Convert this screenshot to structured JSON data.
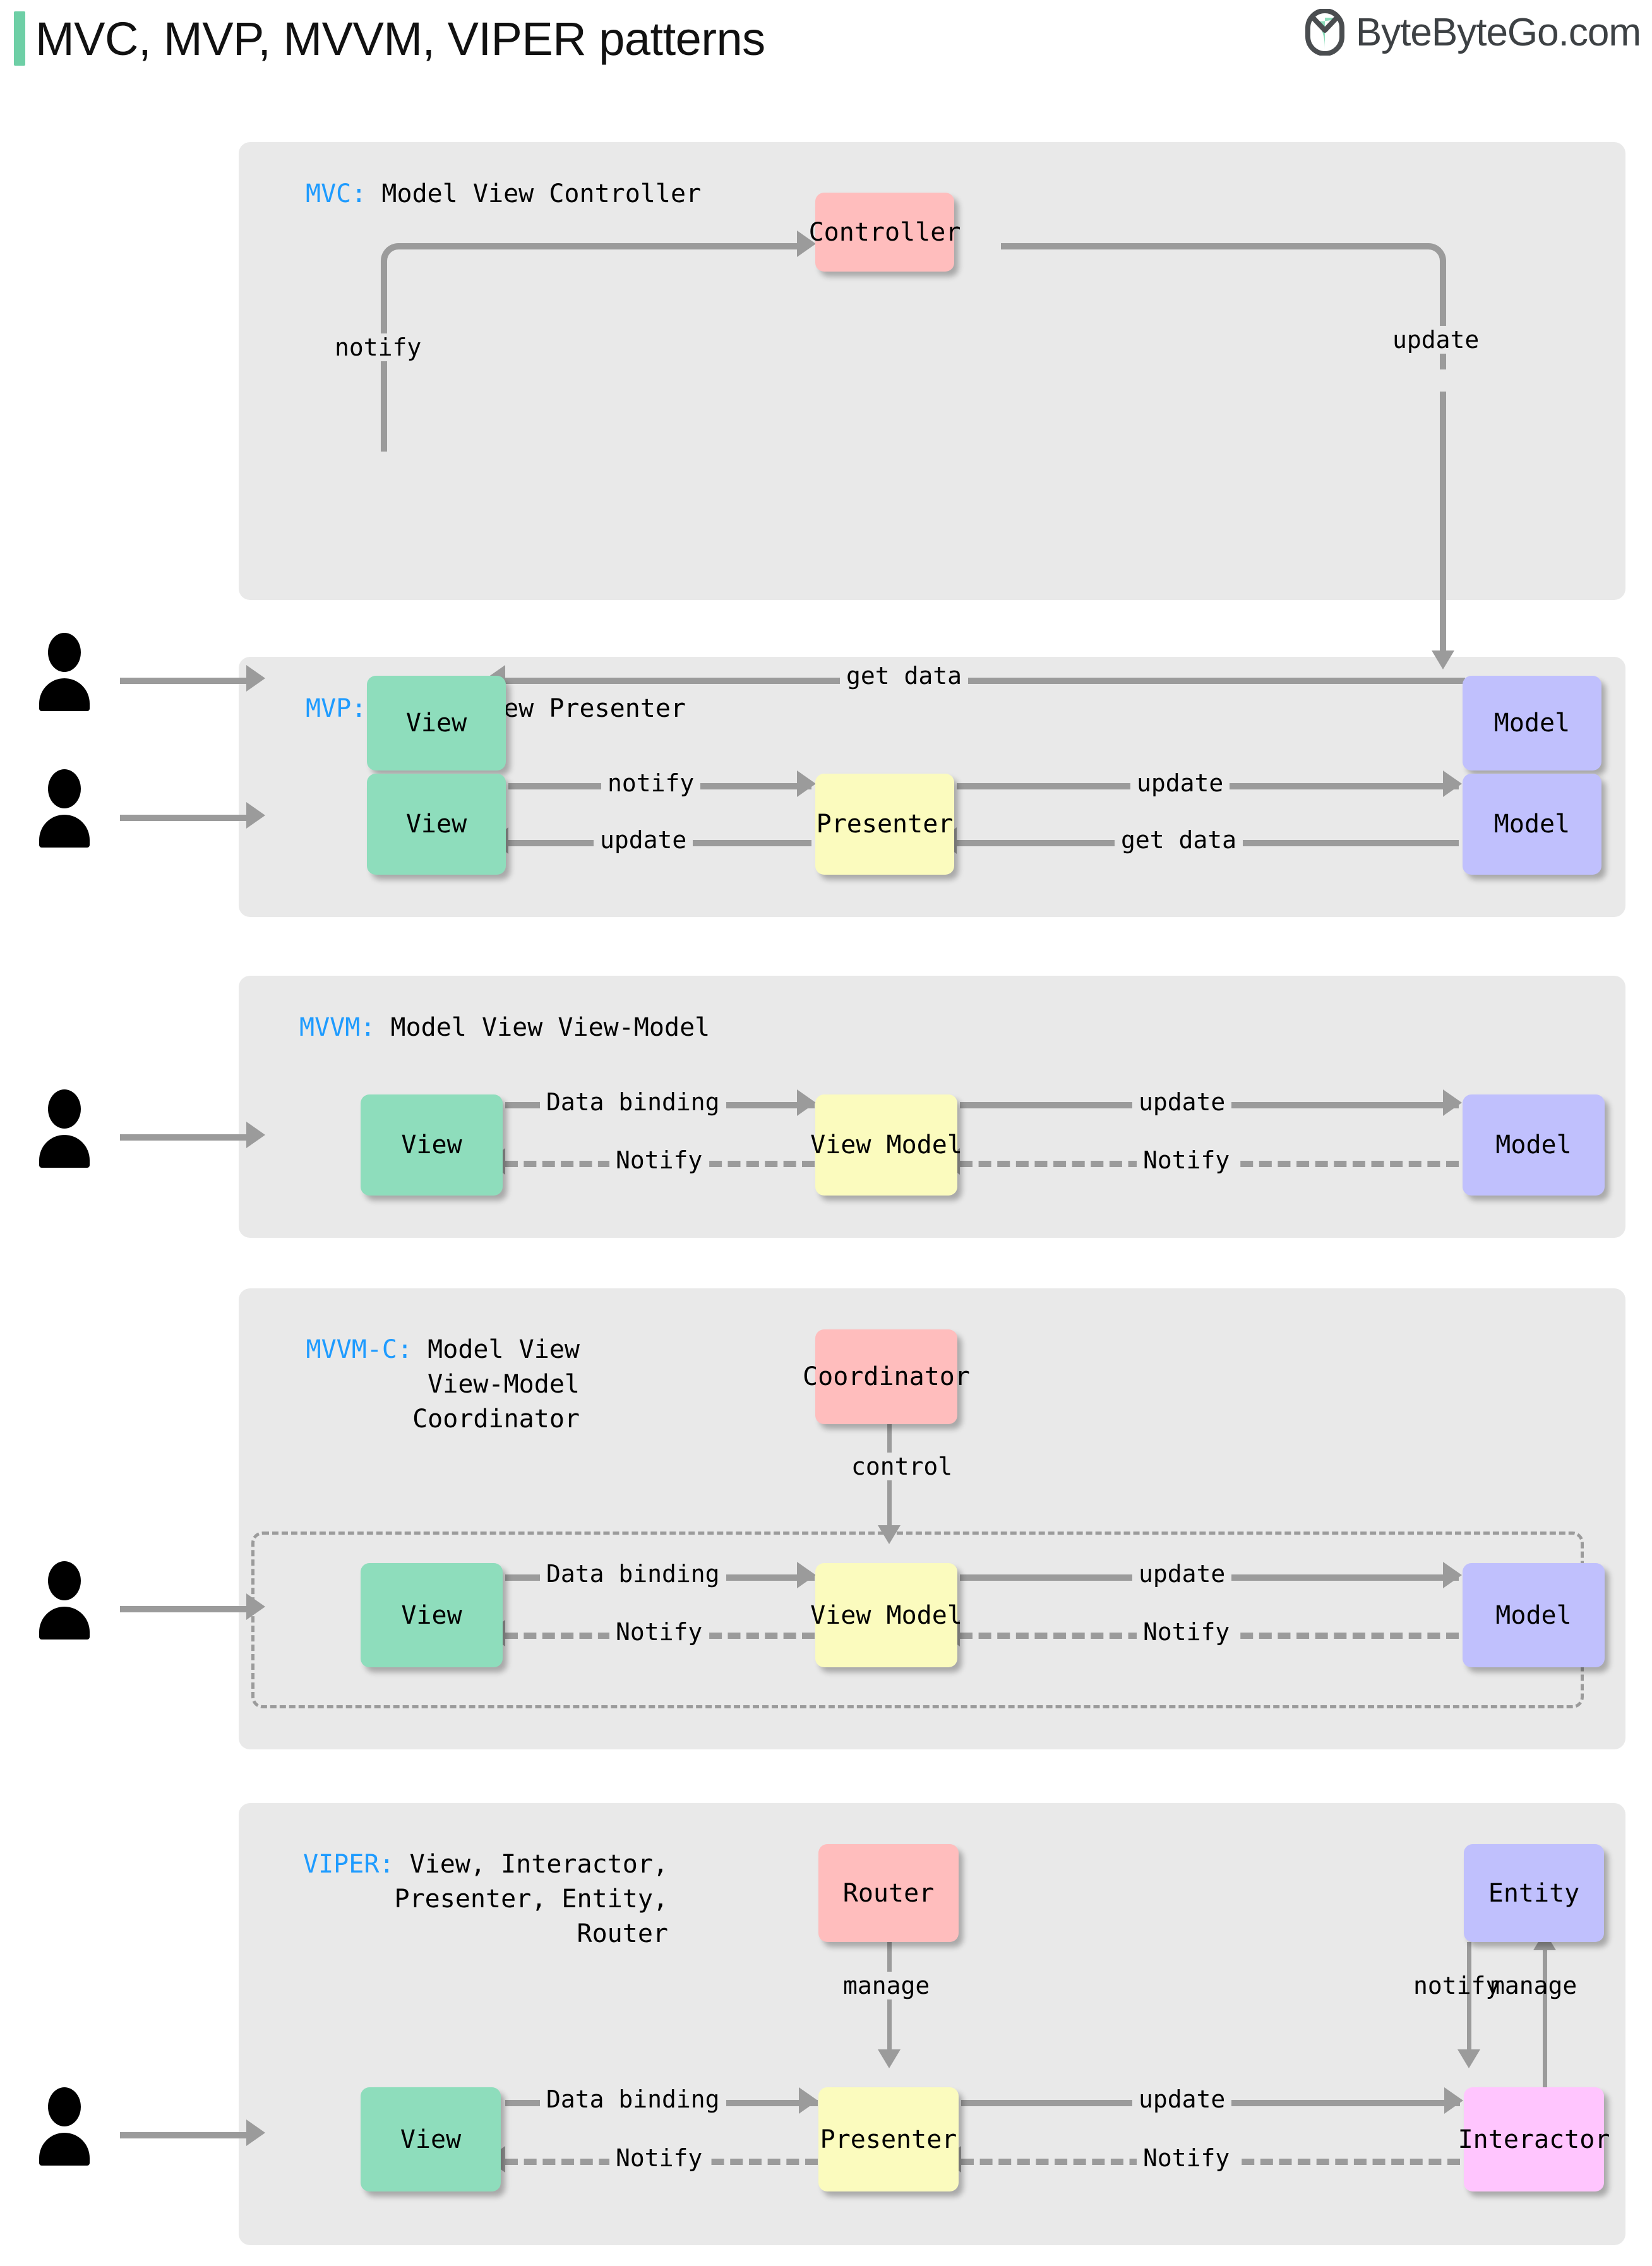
{
  "header": {
    "title": "MVC, MVP, MVVM, VIPER patterns",
    "brand": "ByteByteGo.com",
    "accent_color": "#6ecfa6"
  },
  "colors": {
    "panel_bg": "#e9e9e9",
    "view": "#8eddbc",
    "model": "#c0c0fd",
    "controller": "#ffbdbd",
    "viewmodel": "#fbfbbe",
    "interactor": "#ffc5fe",
    "connector": "#9b9b9b",
    "abbr": "#1e9bff"
  },
  "sections": [
    {
      "id": "mvc",
      "abbr": "MVC:",
      "expansion": "Model View Controller",
      "nodes": {
        "view": "View",
        "controller": "Controller",
        "model": "Model"
      },
      "edges": {
        "notify": "notify",
        "update": "update",
        "get_data": "get data"
      }
    },
    {
      "id": "mvp",
      "abbr": "MVP:",
      "expansion": "Model View Presenter",
      "nodes": {
        "view": "View",
        "presenter": "Presenter",
        "model": "Model"
      },
      "edges": {
        "notify": "notify",
        "update_left": "update",
        "update_right": "update",
        "get_data": "get data"
      }
    },
    {
      "id": "mvvm",
      "abbr": "MVVM:",
      "expansion": "Model View View-Model",
      "nodes": {
        "view": "View",
        "viewmodel": "View Model",
        "model": "Model"
      },
      "edges": {
        "data_binding": "Data binding",
        "notify_left": "Notify",
        "update": "update",
        "notify_right": "Notify"
      }
    },
    {
      "id": "mvvmc",
      "abbr": "MVVM-C:",
      "expansion_line1": "Model View",
      "expansion_line2": "View-Model",
      "expansion_line3": "Coordinator",
      "nodes": {
        "coordinator": "Coordinator",
        "view": "View",
        "viewmodel": "View Model",
        "model": "Model"
      },
      "edges": {
        "control": "control",
        "data_binding": "Data binding",
        "notify_left": "Notify",
        "update": "update",
        "notify_right": "Notify"
      }
    },
    {
      "id": "viper",
      "abbr": "VIPER:",
      "expansion_line1": "View, Interactor,",
      "expansion_line2": "Presenter, Entity,",
      "expansion_line3": "Router",
      "nodes": {
        "router": "Router",
        "entity": "Entity",
        "view": "View",
        "presenter": "Presenter",
        "interactor": "Interactor"
      },
      "edges": {
        "manage_router": "manage",
        "notify_entity": "notify",
        "manage_entity": "manage",
        "data_binding": "Data binding",
        "notify_left": "Notify",
        "update": "update",
        "notify_right": "Notify"
      }
    }
  ]
}
